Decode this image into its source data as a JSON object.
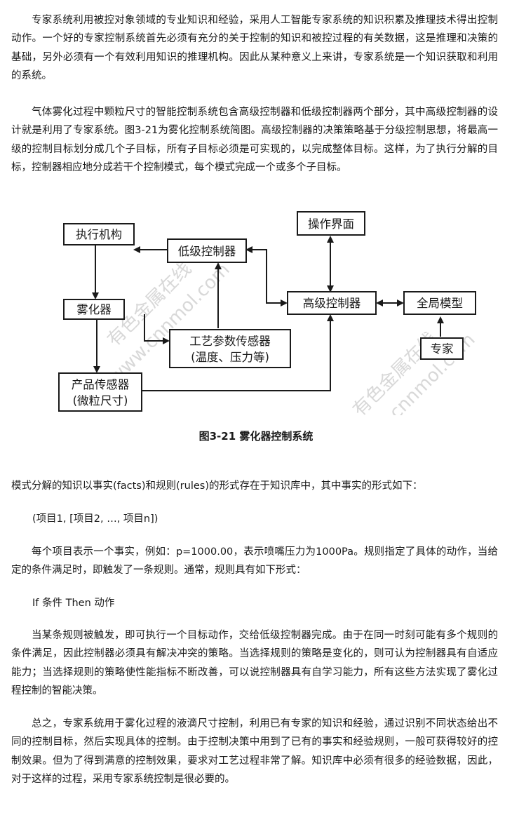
{
  "paragraphs": {
    "p1": "专家系统利用被控对象领域的专业知识和经验，采用人工智能专家系统的知识积累及推理技术得出控制动作。一个好的专家控制系统首先必须有充分的关于控制的知识和被控过程的有关数据，这是推理和决策的基础，另外必须有一个有效利用知识的推理机构。因此从某种意义上来讲，专家系统是一个知识获取和利用的系统。",
    "p2": "气体雾化过程中颗粒尺寸的智能控制系统包含高级控制器和低级控制器两个部分，其中高级控制器的设计就是利用了专家系统。图3-21为雾化控制系统简图。高级控制器的决策策略基于分级控制思想，将最高一级的控制目标划分成几个子目标，所有子目标必须是可实现的，以完成整体目标。这样，为了执行分解的目标，控制器相应地分成若干个控制模式，每个模式完成一个或多个子目标。",
    "p3": "模式分解的知识以事实(facts)和规则(rules)的形式存在于知识库中，其中事实的形式如下：",
    "p4": "(项目1, [项目2, …, 项目n])",
    "p5": "每个项目表示一个事实，例如：p=1000.00，表示喷嘴压力为1000Pa。规则指定了具体的动作，当给定的条件满足时，即触发了一条规则。通常，规则具有如下形式：",
    "p6": "If 条件 Then 动作",
    "p7": "当某条规则被触发，即可执行一个目标动作，交给低级控制器完成。由于在同一时刻可能有多个规则的条件满足，因此控制器必须具有解决冲突的策略。当选择规则的策略是变化的，则可认为控制器具有自适应能力；当选择规则的策略使性能指标不断改善，可以说控制器具有自学习能力，所有这些方法实现了雾化过程控制的智能决策。",
    "p8": "总之，专家系统用于雾化过程的液滴尺寸控制，利用已有专家的知识和经验，通过识别不同状态给出不同的控制目标，然后实现具体的控制。由于控制决策中用到了已有的事实和经验规则，一般可获得较好的控制效果。但为了得到满意的控制效果，要求对工艺过程非常了解。知识库中必须有很多的经验数据，因此，对于这样的过程，采用专家系统控制是很必要的。"
  },
  "figure": {
    "caption": "图3-21 雾化器控制系统",
    "boxes": {
      "actuator": "执行机构",
      "low_controller": "低级控制器",
      "ui": "操作界面",
      "atomizer": "雾化器",
      "high_controller": "高级控制器",
      "global_model": "全局模型",
      "sensor_line1": "工艺参数传感器",
      "sensor_line2": "(温度、压力等)",
      "expert": "专家",
      "product_line1": "产品传感器",
      "product_line2": "(微粒尺寸)"
    },
    "watermark": {
      "cn": "有色金属在线",
      "en": "www.cnnmol.com"
    }
  }
}
